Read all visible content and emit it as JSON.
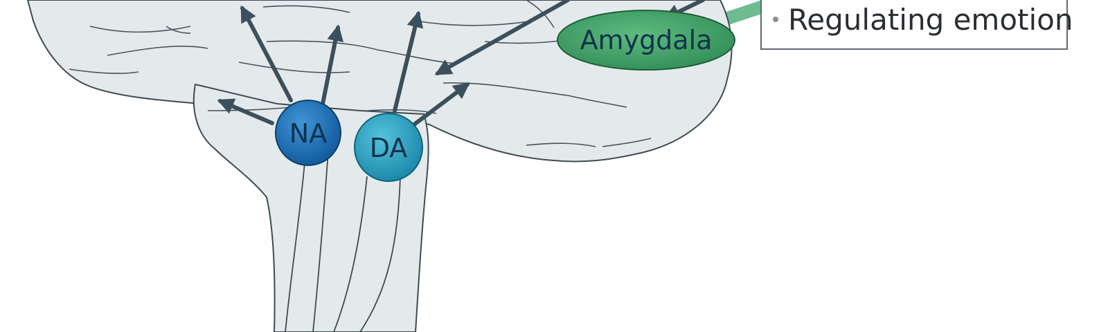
{
  "nodes": {
    "amygdala": "Amygdala",
    "na": "NA",
    "da": "DA"
  },
  "info_box": {
    "items": [
      "Regulating emotion"
    ]
  },
  "colors": {
    "brain_fill": "#e4eaeb",
    "outline": "#3e4a52",
    "arrow": "#3c4f5d",
    "amygdala_fill": "#3f9b63",
    "na_fill": "#1a6fba",
    "da_fill": "#2ba3c4",
    "pathway_green": "#53b07e"
  }
}
